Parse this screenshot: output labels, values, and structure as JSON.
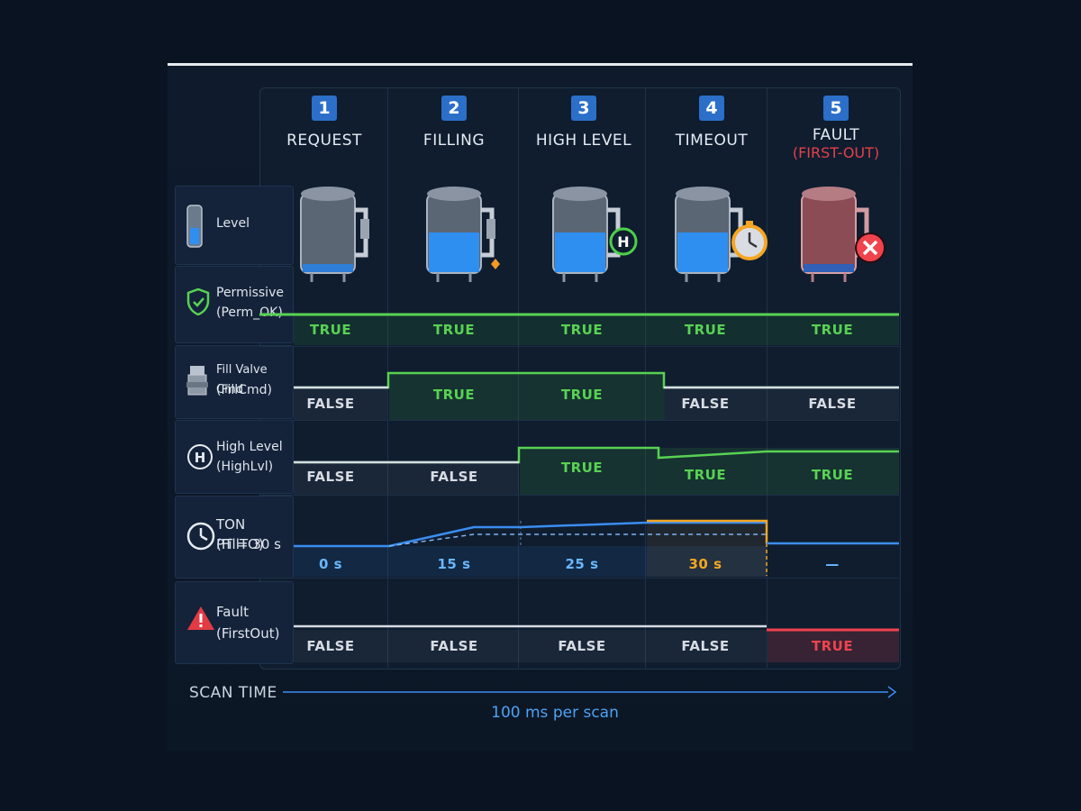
{
  "phases": [
    {
      "num": "1",
      "title": "REQUEST",
      "sub": ""
    },
    {
      "num": "2",
      "title": "FILLING",
      "sub": ""
    },
    {
      "num": "3",
      "title": "HIGH LEVEL",
      "sub": ""
    },
    {
      "num": "4",
      "title": "TIMEOUT",
      "sub": ""
    },
    {
      "num": "5",
      "title": "FAULT",
      "sub": "(FIRST-OUT)"
    }
  ],
  "lanes": {
    "level": {
      "label": "Level"
    },
    "permissive": {
      "label1": "Permissive",
      "label2": "(Perm_OK)",
      "values": [
        "TRUE",
        "TRUE",
        "TRUE",
        "TRUE",
        "TRUE"
      ]
    },
    "fill": {
      "label1": "Fill Valve Cmd",
      "label2": "(FillCmd)",
      "values": [
        "FALSE",
        "TRUE",
        "TRUE",
        "FALSE",
        "FALSE"
      ]
    },
    "high": {
      "label1": "High Level",
      "label2": "(HighLvl)",
      "values": [
        "FALSE",
        "FALSE",
        "TRUE",
        "TRUE",
        "TRUE"
      ]
    },
    "ton": {
      "label1": "TON (FillTO)",
      "label2": "PT = 30 s",
      "values": [
        "0 s",
        "15 s",
        "25 s",
        "30 s",
        "—"
      ]
    },
    "fault": {
      "label1": "Fault",
      "label2": "(FirstOut)",
      "values": [
        "FALSE",
        "FALSE",
        "FALSE",
        "FALSE",
        "TRUE"
      ]
    }
  },
  "tank_levels": [
    0.08,
    0.45,
    0.45,
    0.45,
    0.08
  ],
  "scan": {
    "label": "SCAN TIME",
    "sub": "100 ms per scan"
  },
  "colors": {
    "true": "#58d252",
    "false": "#d7dce4",
    "fault": "#f0434d",
    "timer": "#3b8df0",
    "timeout": "#f5a623",
    "accent": "#2b6fc9"
  }
}
